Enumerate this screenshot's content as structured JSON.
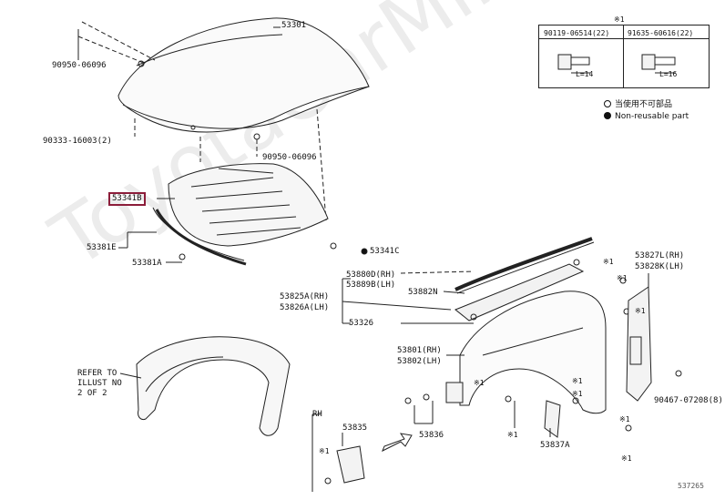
{
  "parts": {
    "p53301": "53301",
    "p90950a": "90950-06096",
    "p90333": "90333-16003(2)",
    "p90950b": "90950-06096",
    "p53341B": "53341B",
    "p53381E": "53381E",
    "p53381A": "53381A",
    "p53341C": "53341C",
    "p53880D": "53880D(RH)",
    "p53889B": "53889B(LH)",
    "p53882N": "53882N",
    "p53825A": "53825A(RH)",
    "p53826A": "53826A(LH)",
    "p53326": "53326",
    "p53801": "53801(RH)",
    "p53802": "53802(LH)",
    "p53827L": "53827L(RH)",
    "p53828K": "53828K(LH)",
    "p90467": "90467-07208(8)",
    "p53835": "53835",
    "p53836": "53836",
    "p53837A": "53837A",
    "rh": "RH",
    "refer1": "REFER TO",
    "refer2": "ILLUST NO",
    "refer3": "2 OF 2"
  },
  "marks": {
    "x1_a": "※1",
    "x1_b": "※1",
    "x1_c": "※1",
    "x1_d": "※1",
    "x1_e": "※1",
    "x1_f": "※1",
    "x1_g": "※1",
    "x1_h": "※1",
    "x1_i": "※1",
    "x1_j": "※1"
  },
  "legend": {
    "mark": "※1",
    "col1_part": "90119-06514(22)",
    "col2_part": "91635-60616(22)",
    "col1_len": "L=14",
    "col2_len": "L=16"
  },
  "notes": {
    "reusable_jp": "当使用不可部品",
    "non_reusable": "Non-reusable part"
  },
  "watermark": "ToyotaCarMine",
  "diagram_id": "537265",
  "colors": {
    "highlight": "#8c1d3a",
    "line": "#222222"
  }
}
